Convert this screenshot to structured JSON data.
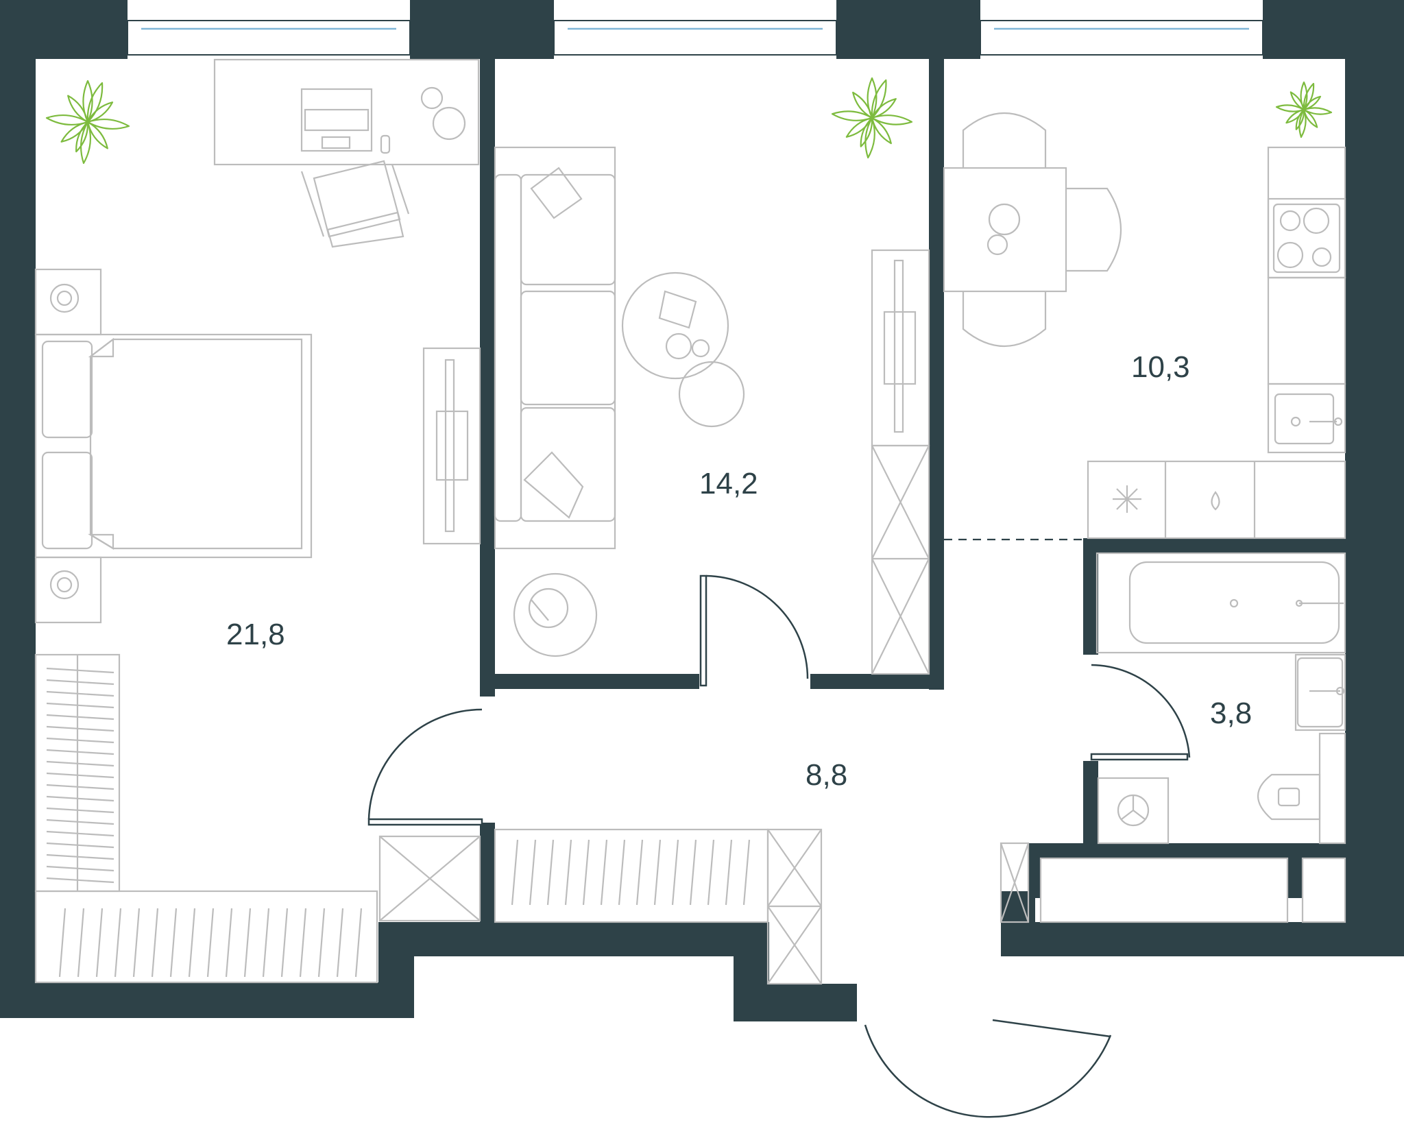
{
  "rooms": [
    {
      "id": "bedroom",
      "area": "21,8"
    },
    {
      "id": "living-room",
      "area": "14,2"
    },
    {
      "id": "kitchen",
      "area": "10,3"
    },
    {
      "id": "hallway",
      "area": "8,8"
    },
    {
      "id": "bathroom",
      "area": "3,8"
    }
  ],
  "colors": {
    "wall": "#2e4248",
    "furniture": "#bcbcbc",
    "plant": "#7dbb3e",
    "window_glass": "#7fb6d8"
  },
  "icons": [
    "plant-icon",
    "bed-icon",
    "sofa-icon",
    "desk-icon",
    "chair-icon",
    "stove-icon",
    "sink-icon",
    "bathtub-icon",
    "toilet-icon",
    "washing-machine-icon",
    "wardrobe-icon",
    "tv-stand-icon",
    "dining-table-icon",
    "fridge-icon"
  ]
}
